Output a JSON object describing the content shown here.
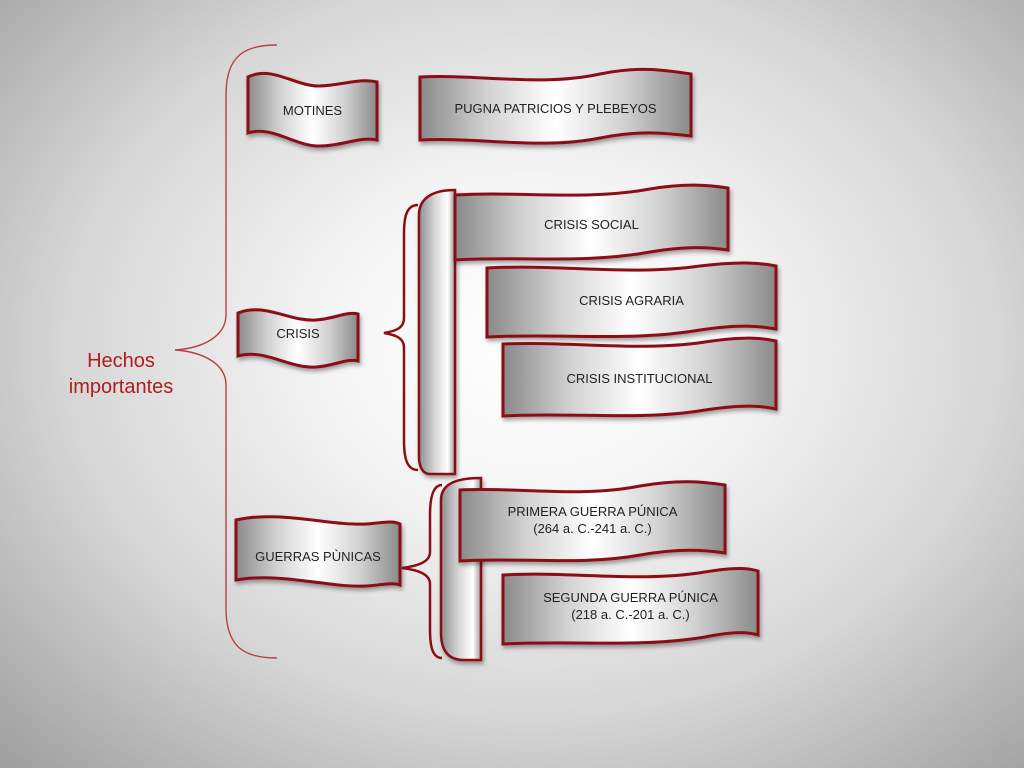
{
  "title": {
    "line1": "Hechos",
    "line2": "importantes"
  },
  "colors": {
    "accent": "#b01d1d",
    "border": "#8b0f12",
    "text": "#222222"
  },
  "nodes": {
    "motines": "MOTINES",
    "pugna": "PUGNA PATRICIOS Y PLEBEYOS",
    "crisis": "CRISIS",
    "crisis_social": "CRISIS SOCIAL",
    "crisis_agraria": "CRISIS AGRARIA",
    "crisis_institucional": "CRISIS INSTITUCIONAL",
    "guerras": "GUERRAS PÙNICAS",
    "primera": {
      "line1": "PRIMERA GUERRA PÚNICA",
      "line2": "(264 a. C.-241 a. C.)"
    },
    "segunda": {
      "line1": "SEGUNDA GUERRA PÚNICA",
      "line2": "(218 a. C.-201 a. C.)"
    }
  }
}
